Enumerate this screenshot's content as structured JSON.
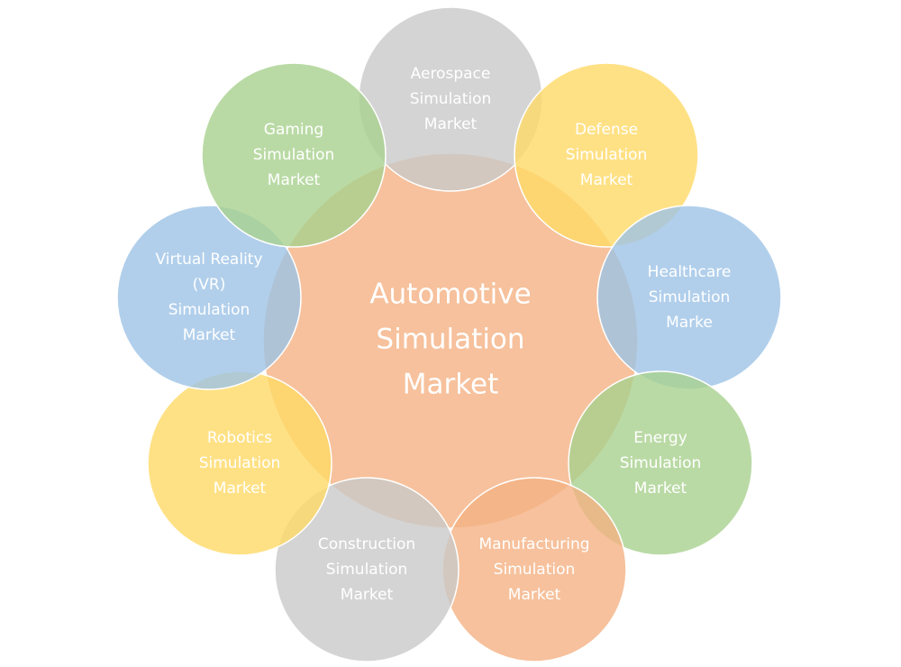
{
  "diagram": {
    "type": "radial-venn",
    "center": {
      "label_lines": [
        "Automotive",
        "Simulation",
        "Market"
      ],
      "color": "#F4B183"
    },
    "satellites": [
      {
        "id": "aerospace",
        "label_lines": [
          "Aerospace",
          "Simulation",
          "Market"
        ],
        "color": "#C9C9C9"
      },
      {
        "id": "defense",
        "label_lines": [
          "Defense",
          "Simulation",
          "Market"
        ],
        "color": "#FFD966"
      },
      {
        "id": "healthcare",
        "label_lines": [
          "Healthcare",
          "Simulation",
          "Marke"
        ],
        "color": "#9DC3E6"
      },
      {
        "id": "energy",
        "label_lines": [
          "Energy",
          "Simulation",
          "Market"
        ],
        "color": "#A9D18E"
      },
      {
        "id": "manufacturing",
        "label_lines": [
          "Manufacturing",
          "Simulation",
          "Market"
        ],
        "color": "#F4B183"
      },
      {
        "id": "construction",
        "label_lines": [
          "Construction",
          "Simulation",
          "Market"
        ],
        "color": "#C9C9C9"
      },
      {
        "id": "robotics",
        "label_lines": [
          "Robotics",
          "Simulation",
          "Market"
        ],
        "color": "#FFD966"
      },
      {
        "id": "virtual-reality",
        "label_lines": [
          "Virtual Reality",
          "(VR)",
          "Simulation",
          "Market"
        ],
        "color": "#9DC3E6"
      },
      {
        "id": "gaming",
        "label_lines": [
          "Gaming",
          "Simulation",
          "Market"
        ],
        "color": "#A9D18E"
      }
    ]
  }
}
